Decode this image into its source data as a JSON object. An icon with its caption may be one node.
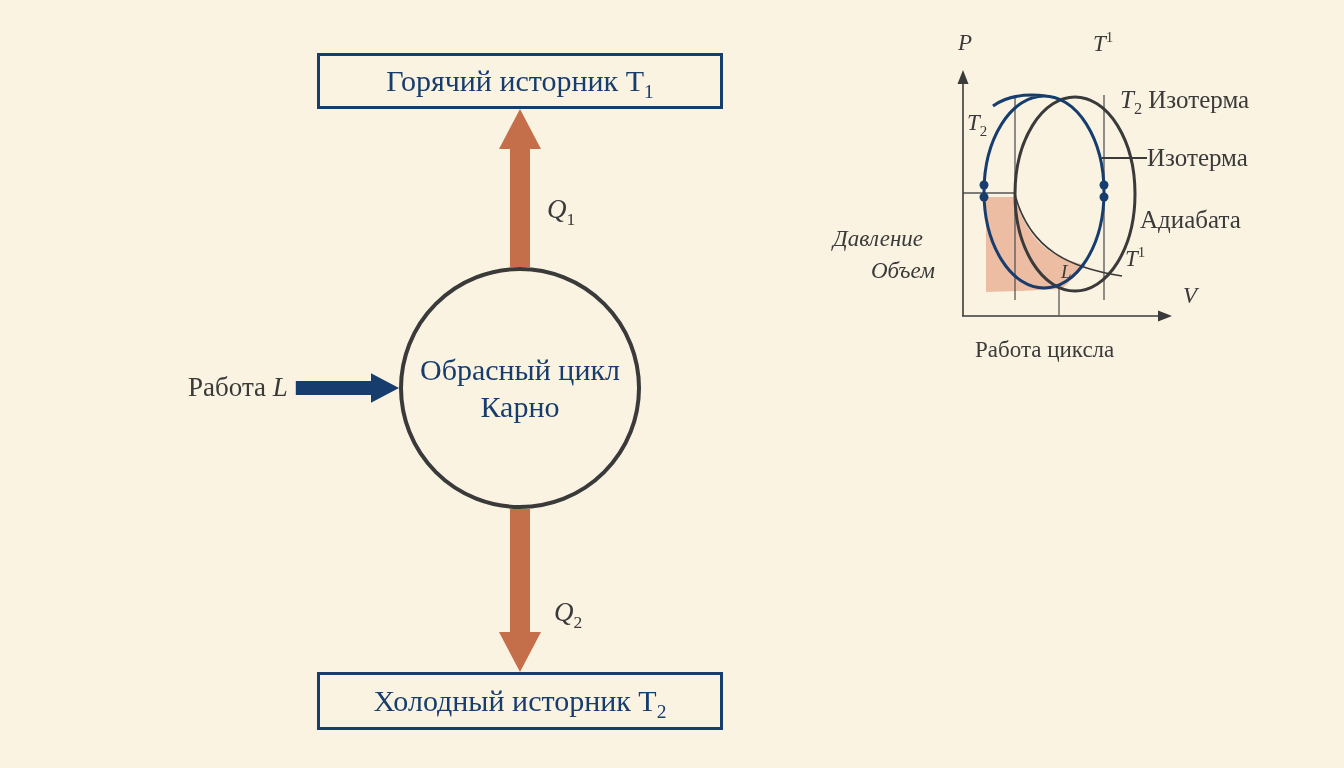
{
  "diagram": {
    "nodes": [
      {
        "text": [
          "Горячий исторник T$_{1}$"
        ]
      },
      {
        "text": [
          "Обрасный цикл Карно"
        ]
      },
      {
        "text": [
          "Холодный исторник T$_{2}$"
        ]
      },
      {
        "text": [
          "Работа *L*"
        ]
      },
      {
        "text": [
          "Изотерма"
        ]
      },
      {
        "text": [],
        "shape": "curve"
      }
    ],
    "edges": [
      {
        "from": 1,
        "to": 0,
        "arrow": "to",
        "label": "*Q*$_{1}$"
      },
      {
        "from": 1,
        "to": 2,
        "arrow": "to",
        "label": "*Q*$_{2}$"
      },
      {
        "from": 3,
        "to": 1,
        "arrow": "to",
        "color": "#163d6d"
      },
      {
        "from": 4,
        "to": 5,
        "arrow": "none",
        "color": "#3a3a3a"
      }
    ],
    "labels": [
      "P",
      "*T*$^{1}$",
      "*T*$_{2}$ Изотерма",
      "*T*$_{2}$",
      "Адиабата",
      "Давление",
      "*T*$^{1}$",
      "L",
      "Объем",
      "V",
      "Работа циксла"
    ]
  }
}
